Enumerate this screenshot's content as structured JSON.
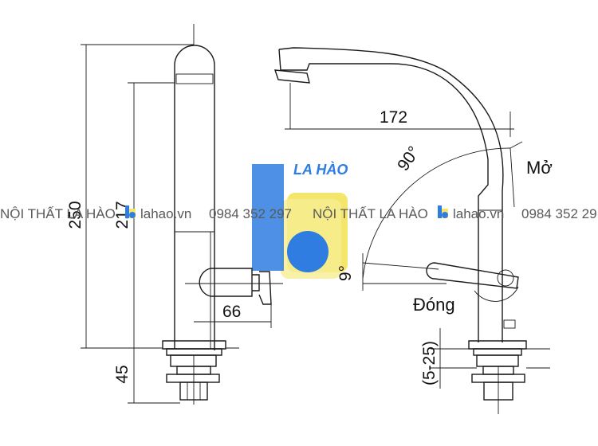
{
  "watermark": {
    "company": "NỘI THẤT LA HÀO",
    "site": "lahao.vn",
    "phone": "0984 352 297",
    "phone_cut": "0984 352 29",
    "logo_text": "LA HÀO",
    "colors": {
      "blue": "#2f7de0",
      "yellow": "#f4e66a",
      "gray": "#cfcfcf"
    }
  },
  "dimensions": {
    "total_height": "250",
    "spout_height": "217",
    "base_height": "45",
    "handle_offset": "66",
    "spout_reach": "172",
    "mount_range": "(5-25)",
    "angle_open": "90°",
    "angle_closed": "9°"
  },
  "labels": {
    "open": "Mở",
    "closed": "Đóng"
  }
}
